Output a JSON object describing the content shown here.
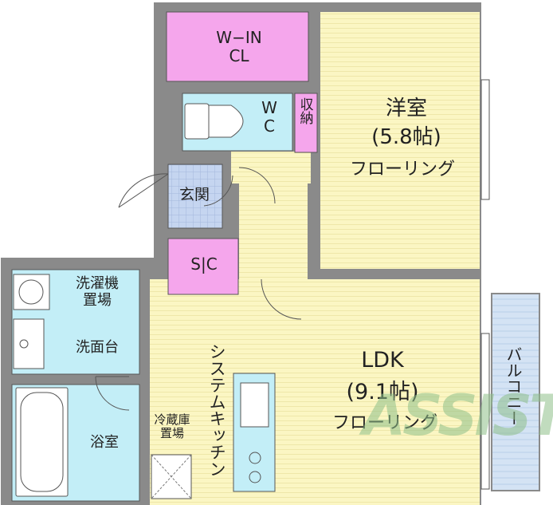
{
  "rooms": {
    "walk_in_closet": "W−IN\nCL",
    "wc": "W\nC",
    "storage": "収納",
    "western_room": {
      "name": "洋室",
      "size": "(5.8帖)",
      "floor": "フローリング"
    },
    "entrance": "玄関",
    "shoe_closet": "S|C",
    "washer": "洗濯機\n置場",
    "washbasin": "洗面台",
    "bathroom": "浴室",
    "fridge": "冷蔵庫\n置場",
    "kitchen": "システムキッチン",
    "ldk": {
      "name": "LDK",
      "size": "(9.1帖)",
      "floor": "フローリング"
    },
    "balcony": "バルコニー"
  },
  "watermark": "ASSIST",
  "colors": {
    "wall": "#8a8a8a",
    "floor_wood": "#fbf6c3",
    "closet": "#f5a6ec",
    "wet_area": "#c3eef7",
    "entrance_tile": "#c5d5f0",
    "balcony": "#d4e3f4",
    "watermark": "#8fc08a"
  }
}
